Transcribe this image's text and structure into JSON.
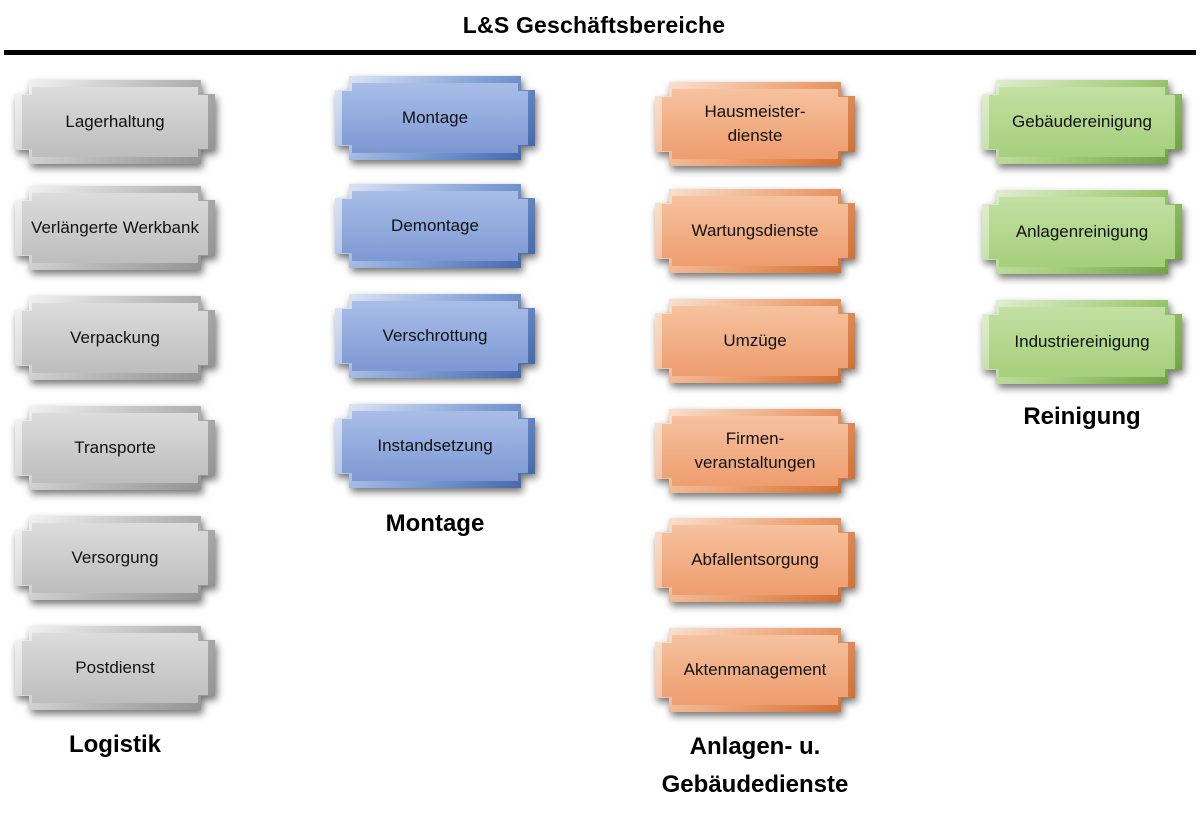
{
  "title": "L&S Geschäftsbereiche",
  "groups": {
    "logistik": {
      "label": "Logistik",
      "color": "#c9c9c9",
      "items": [
        "Lagerhaltung",
        "Verlängerte Werkbank",
        "Verpackung",
        "Transporte",
        "Versorgung",
        "Postdienst"
      ]
    },
    "montage": {
      "label": "Montage",
      "color": "#8ea8dc",
      "items": [
        "Montage",
        "Demontage",
        "Verschrottung",
        "Instandsetzung"
      ]
    },
    "anlagen": {
      "label": "Anlagen- u. Gebäudedienste",
      "label_line1": "Anlagen- u.",
      "label_line2": "Gebäudedienste",
      "color": "#f1ab80",
      "items": [
        "Hausmeister-dienste",
        "Wartungsdienste",
        "Umzüge",
        "Firmen-veranstaltungen",
        "Abfallentsorgung",
        "Aktenmanagement"
      ]
    },
    "reinigung": {
      "label": "Reinigung",
      "color": "#b0d68a",
      "items": [
        "Gebäudereinigung",
        "Anlagenreinigung",
        "Industriereinigung"
      ]
    }
  }
}
